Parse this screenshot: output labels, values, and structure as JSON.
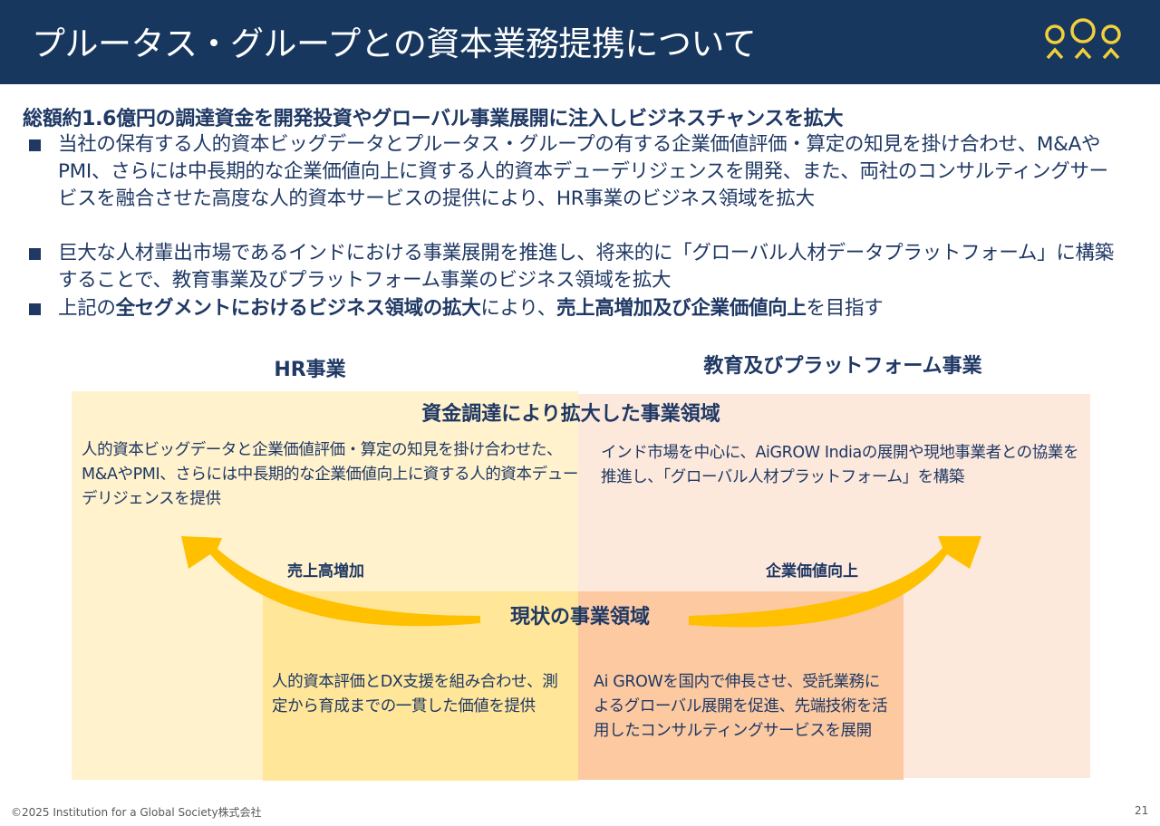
{
  "header": {
    "title": "プルータス・グループとの資本業務提携について",
    "logo_icon": "people-logo-icon"
  },
  "lead": "総額約1.6億円の調達資金を開発投資やグローバル事業展開に注入しビジネスチャンスを拡大",
  "bullets": [
    {
      "text": "当社の保有する人的資本ビッグデータとプルータス・グループの有する企業価値評価・算定の知見を掛け合わせ、M&AやPMI、さらには中長期的な企業価値向上に資する人的資本デューデリジェンスを開発、また、両社のコンサルティングサービスを融合させた高度な人的資本サービスの提供により、HR事業のビジネス領域を拡大"
    },
    {
      "text": "巨大な人材輩出市場であるインドにおける事業展開を推進し、将来的に「グローバル人材データプラットフォーム」に構築することで、教育事業及びプラットフォーム事業のビジネス領域を拡大"
    },
    {
      "part1": "上記の",
      "part2": "全セグメントにおけるビジネス領域の拡大",
      "part3": "により、",
      "part4": "売上高増加及び企業価値向上",
      "part5": "を目指す"
    }
  ],
  "diagram": {
    "left_segment": "HR事業",
    "right_segment": "教育及びプラットフォーム事業",
    "expanded_title": "資金調達により拡大した事業領域",
    "expanded_left": "人的資本ビッグデータと企業価値評価・算定の知見を掛け合わせた、M&AやPMI、さらには中長期的な企業価値向上に資する人的資本デューデリジェンスを提供",
    "expanded_right": "インド市場を中心に、AiGROW Indiaの展開や現地事業者との協業を推進し、「グローバル人材プラットフォーム」を構築",
    "current_title": "現状の事業領域",
    "current_left": "人的資本評価とDX支援を組み合わせ、測定から育成までの一貫した価値を提供",
    "current_right": "Ai GROWを国内で伸長させ、受託業務によるグローバル展開を促進、先端技術を活用したコンサルティングサービスを展開",
    "arrow_left_label": "売上高増加",
    "arrow_right_label": "企業価値向上"
  },
  "colors": {
    "navy": "#17375e",
    "text": "#1f3864",
    "accent": "#ffc000",
    "logo": "#f2cf3c"
  },
  "footer": {
    "copyright": "©2025  Institution for a Global Society株式会社",
    "page": "21"
  }
}
